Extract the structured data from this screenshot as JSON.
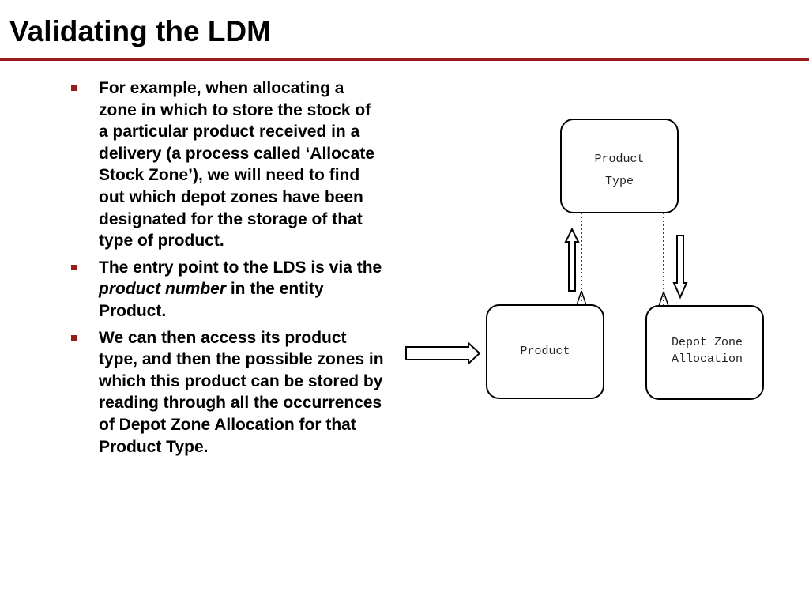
{
  "slide": {
    "title": "Validating the LDM",
    "accent_color": "#9b1c1c",
    "bullets": [
      {
        "text": "For example, when allocating a zone in which to store the stock of a particular product received in a delivery (a process called ‘Allocate Stock Zone’), we will need to find out which depot zones have been designated for the storage of that type of product."
      },
      {
        "before": "The entry point to the LDS is via the ",
        "emphasis": "product number",
        "after": " in the entity Product."
      },
      {
        "text": "We can then access its product type, and then the possible zones in which this product can be stored by reading through all the occurrences of Depot Zone Allocation for that Product Type."
      }
    ]
  },
  "diagram": {
    "entities": {
      "product_type": {
        "line1": "Product",
        "line2": "Type"
      },
      "product": {
        "label": "Product"
      },
      "depot_zone_allocation": {
        "line1": "Depot Zone",
        "line2": "Allocation"
      }
    },
    "relationships": [
      {
        "from": "Product Type",
        "to": "Product",
        "kind": "one-to-many"
      },
      {
        "from": "Product Type",
        "to": "Depot Zone Allocation",
        "kind": "one-to-many"
      }
    ],
    "access_path": [
      {
        "arrow": "entry",
        "target": "Product"
      },
      {
        "arrow": "up",
        "from": "Product",
        "to": "Product Type"
      },
      {
        "arrow": "down",
        "from": "Product Type",
        "to": "Depot Zone Allocation"
      }
    ]
  }
}
